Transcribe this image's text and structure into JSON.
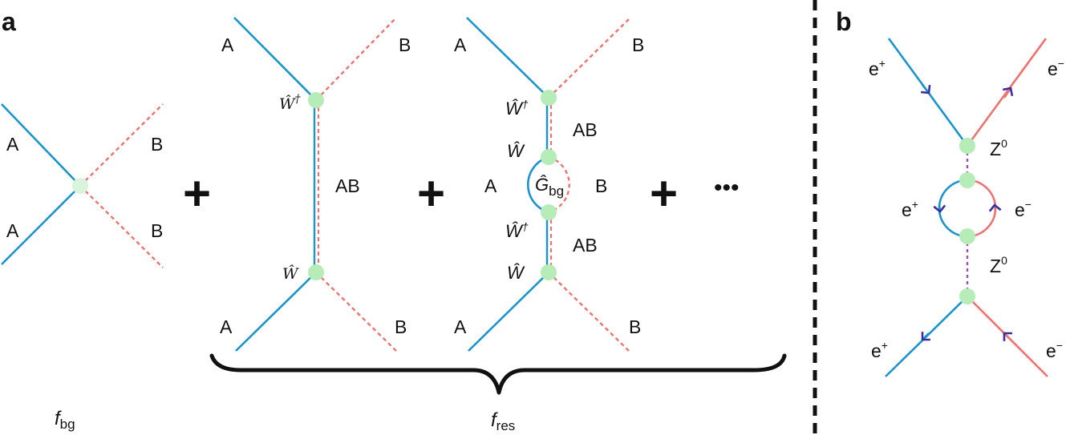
{
  "panels": {
    "a": "a",
    "b": "b"
  },
  "colors": {
    "blue": "#1b93cc",
    "red": "#ee7370",
    "node": "#b6ecb8",
    "purple": "#9b4fb0",
    "arrow": "#3a2ea0",
    "ink": "#111111"
  },
  "diagram_a": {
    "bg": {
      "A1": "A",
      "A2": "A",
      "B1": "B",
      "B2": "B",
      "f": "f",
      "f_sub": "bg"
    },
    "ex": {
      "A_top": "A",
      "B_top": "B",
      "A_bot": "A",
      "B_bot": "B",
      "mid": "AB",
      "W_dag": "Ŵ",
      "W": "Ŵ",
      "dag": "†"
    },
    "loop": {
      "A_top": "A",
      "B_top": "B",
      "A_bot": "A",
      "B_bot": "B",
      "AB_upper": "AB",
      "AB_lower": "AB",
      "A_mid": "A",
      "B_mid": "B",
      "W_dag1": "Ŵ",
      "W1": "Ŵ",
      "W_dag2": "Ŵ",
      "W2": "Ŵ",
      "dag": "†",
      "G": "Ĝ",
      "G_sub": "bg"
    },
    "ops": {
      "plus1": "+",
      "plus2": "+",
      "plus3": "+",
      "ellipsis": "•••"
    },
    "res": {
      "f": "f",
      "f_sub": "res"
    }
  },
  "diagram_b": {
    "e_plus_top": "e",
    "e_minus_top": "e",
    "e_plus_mid": "e",
    "e_minus_mid": "e",
    "e_plus_bot": "e",
    "e_minus_bot": "e",
    "plus": "+",
    "minus": "−",
    "Z_upper": "Z",
    "Z_lower": "Z",
    "Z_sup": "0"
  }
}
